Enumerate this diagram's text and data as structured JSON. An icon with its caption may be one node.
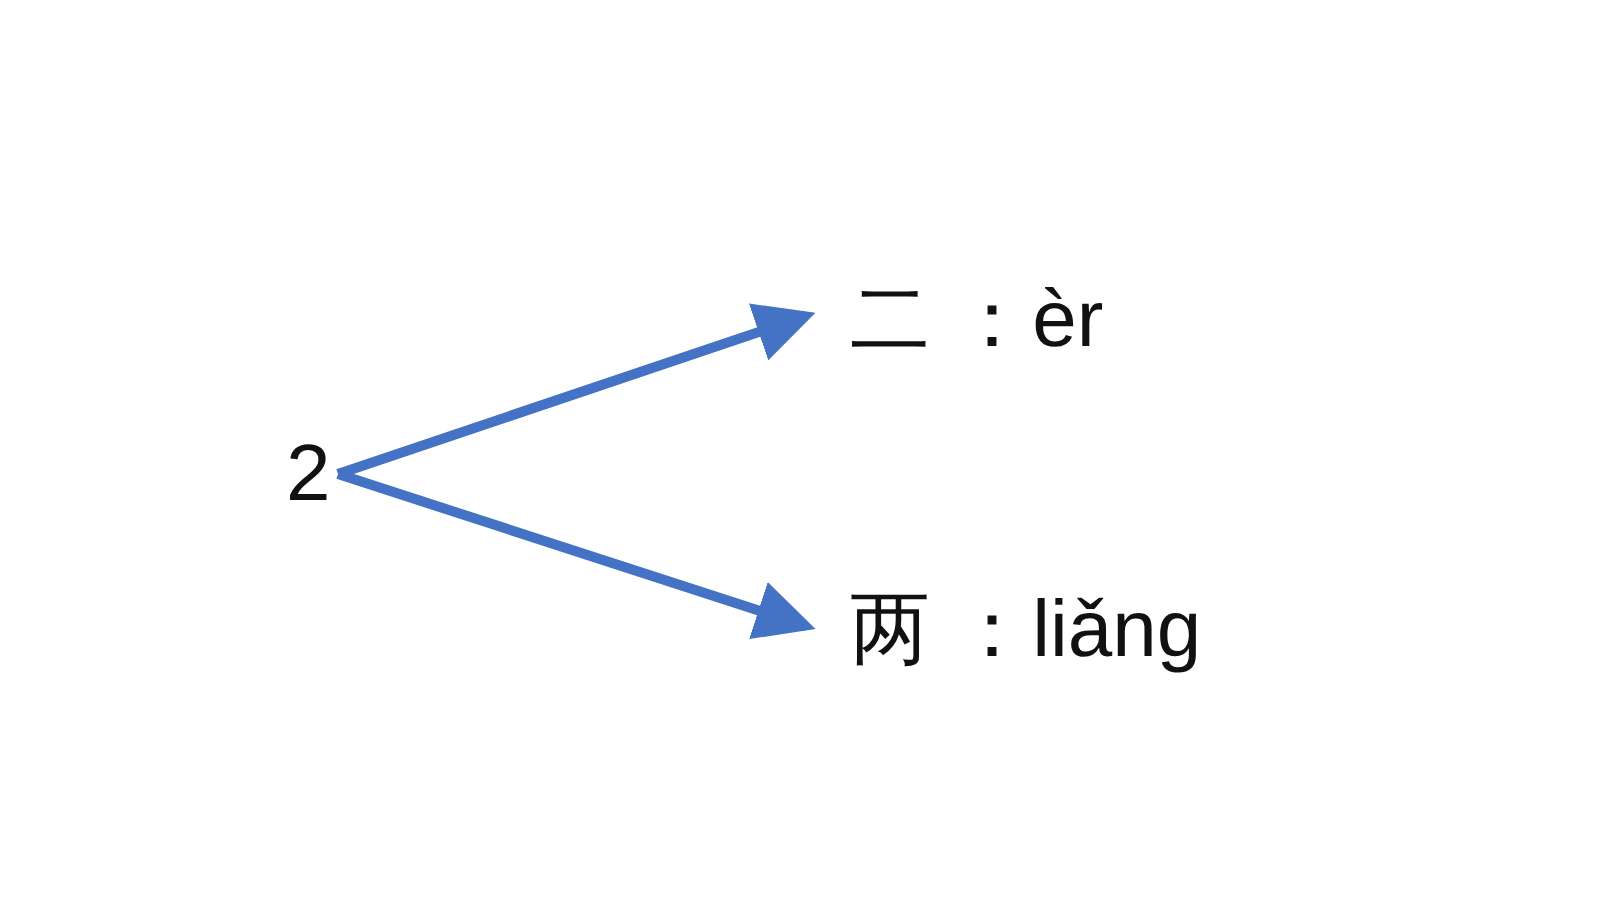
{
  "diagram": {
    "nodes": [
      {
        "text": [
          "2"
        ]
      },
      {
        "text": [
          "二 ：èr"
        ]
      },
      {
        "text": [
          "两 ：liǎng"
        ]
      }
    ],
    "edges": [
      {
        "from": 0,
        "to": 1,
        "arrow": "to"
      },
      {
        "from": 0,
        "to": 2,
        "arrow": "to"
      }
    ]
  }
}
